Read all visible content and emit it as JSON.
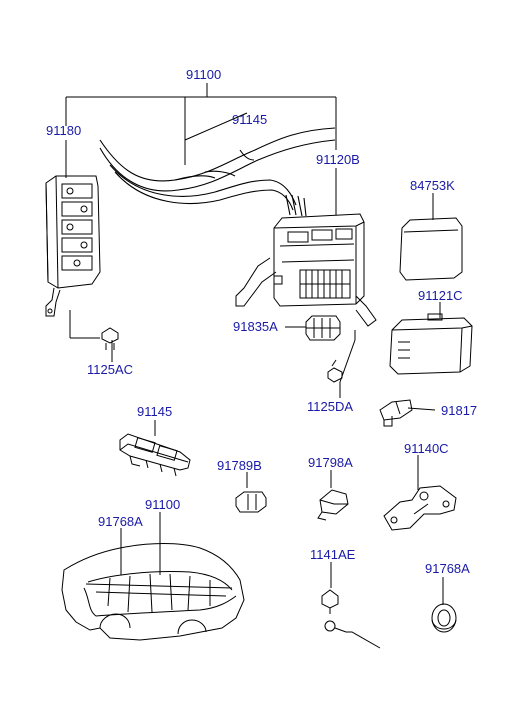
{
  "labels": {
    "l91100_top": "91100",
    "l91180": "91180",
    "l91145_top": "91145",
    "l91120b": "91120B",
    "l84753k": "84753K",
    "l91121c": "91121C",
    "l91835a": "91835A",
    "l1125ac": "1125AC",
    "l1125da": "1125DA",
    "l91817": "91817",
    "l91145_mid": "91145",
    "l91789b": "91789B",
    "l91798a": "91798A",
    "l91140c": "91140C",
    "l91100_bot": "91100",
    "l91768a_left": "91768A",
    "l1141ae": "1141AE",
    "l91768a_right": "91768A"
  },
  "colors": {
    "label": "#1a1aa8",
    "line": "#000000"
  }
}
